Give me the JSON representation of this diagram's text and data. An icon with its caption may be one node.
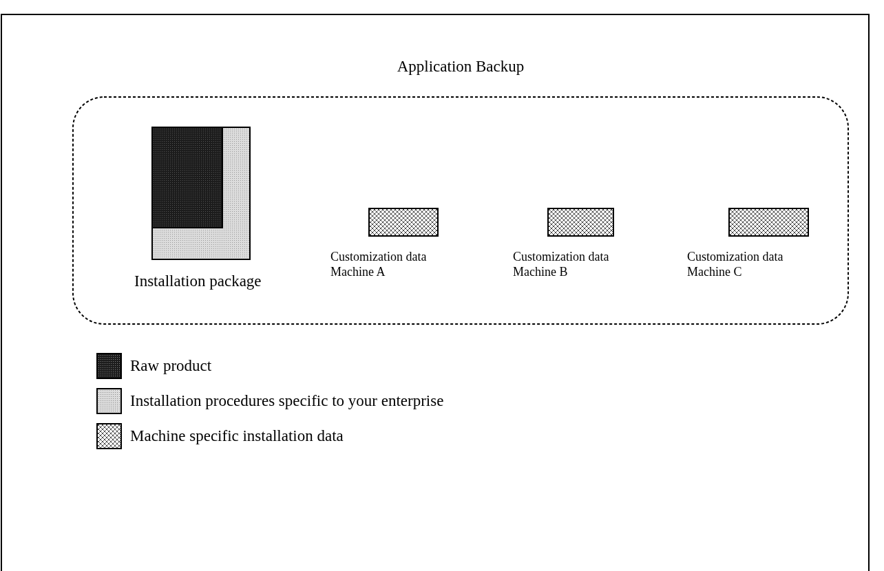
{
  "diagram": {
    "nodes": [
      {
        "text": [
          "Application Backup"
        ]
      },
      {
        "text": [
          "Installation package"
        ],
        "in": 0
      },
      {
        "text": [
          "Customization data Machine A"
        ],
        "in": 0
      },
      {
        "text": [
          "Customization data Machine B"
        ],
        "in": 0
      },
      {
        "text": [
          "Customization data Machine C"
        ],
        "in": 0
      }
    ],
    "legend": [
      {
        "text": "Raw product",
        "color": "#1c1c1c"
      },
      {
        "text": "Installation procedures specific to your enterprise",
        "color": "#dcdcdc"
      },
      {
        "text": "Machine specific installation data"
      }
    ]
  }
}
